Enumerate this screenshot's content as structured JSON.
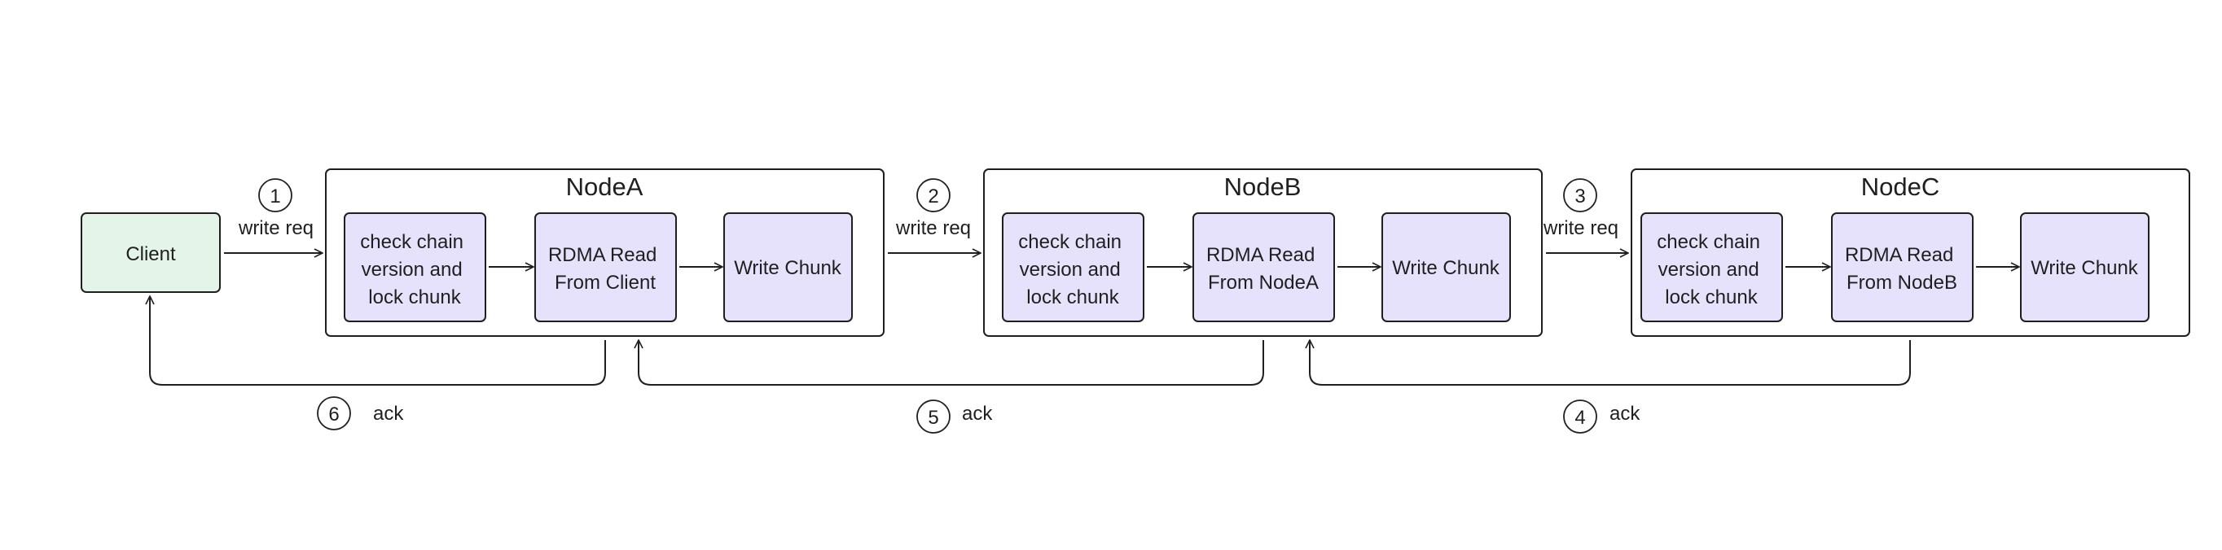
{
  "client": {
    "label": "Client"
  },
  "nodes": [
    {
      "title": "NodeA",
      "steps": [
        [
          "check chain",
          "version and",
          "lock chunk"
        ],
        [
          "RDMA Read",
          "From Client"
        ],
        [
          "Write Chunk"
        ]
      ]
    },
    {
      "title": "NodeB",
      "steps": [
        [
          "check chain",
          "version and",
          "lock chunk"
        ],
        [
          "RDMA Read",
          "From NodeA"
        ],
        [
          "Write Chunk"
        ]
      ]
    },
    {
      "title": "NodeC",
      "steps": [
        [
          "check chain",
          "version and",
          "lock chunk"
        ],
        [
          "RDMA Read",
          "From NodeB"
        ],
        [
          "Write Chunk"
        ]
      ]
    }
  ],
  "requests": [
    {
      "num": "1",
      "label": "write req"
    },
    {
      "num": "2",
      "label": "write req"
    },
    {
      "num": "3",
      "label": "write req"
    }
  ],
  "acks": [
    {
      "num": "6",
      "label": "ack"
    },
    {
      "num": "5",
      "label": "ack"
    },
    {
      "num": "4",
      "label": "ack"
    }
  ],
  "colors": {
    "client_fill": "#e4f4e8",
    "step_fill": "#e6e2fb",
    "stroke": "#1f1f1f",
    "background": "#ffffff"
  }
}
